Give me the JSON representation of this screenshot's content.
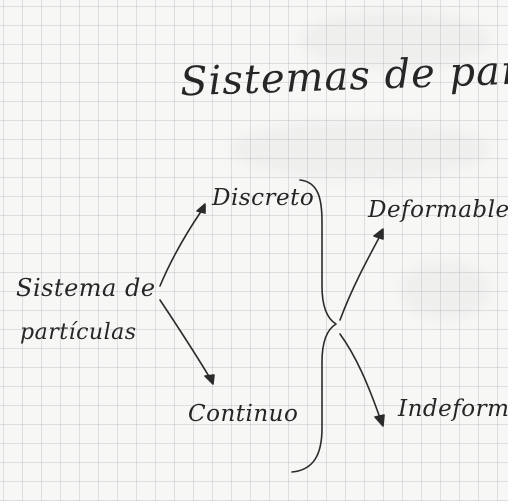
{
  "diagram": {
    "title": "Sistemas de partículas",
    "root": {
      "line1": "Sistema de",
      "line2": "partículas"
    },
    "branches": [
      "Discreto",
      "Continuo"
    ],
    "subbranches": [
      "Deformable",
      "Indeformable"
    ],
    "ink_color": "#2b2b2b",
    "paper_color": "#f7f7f5",
    "grid_color": "#96a0aa"
  }
}
